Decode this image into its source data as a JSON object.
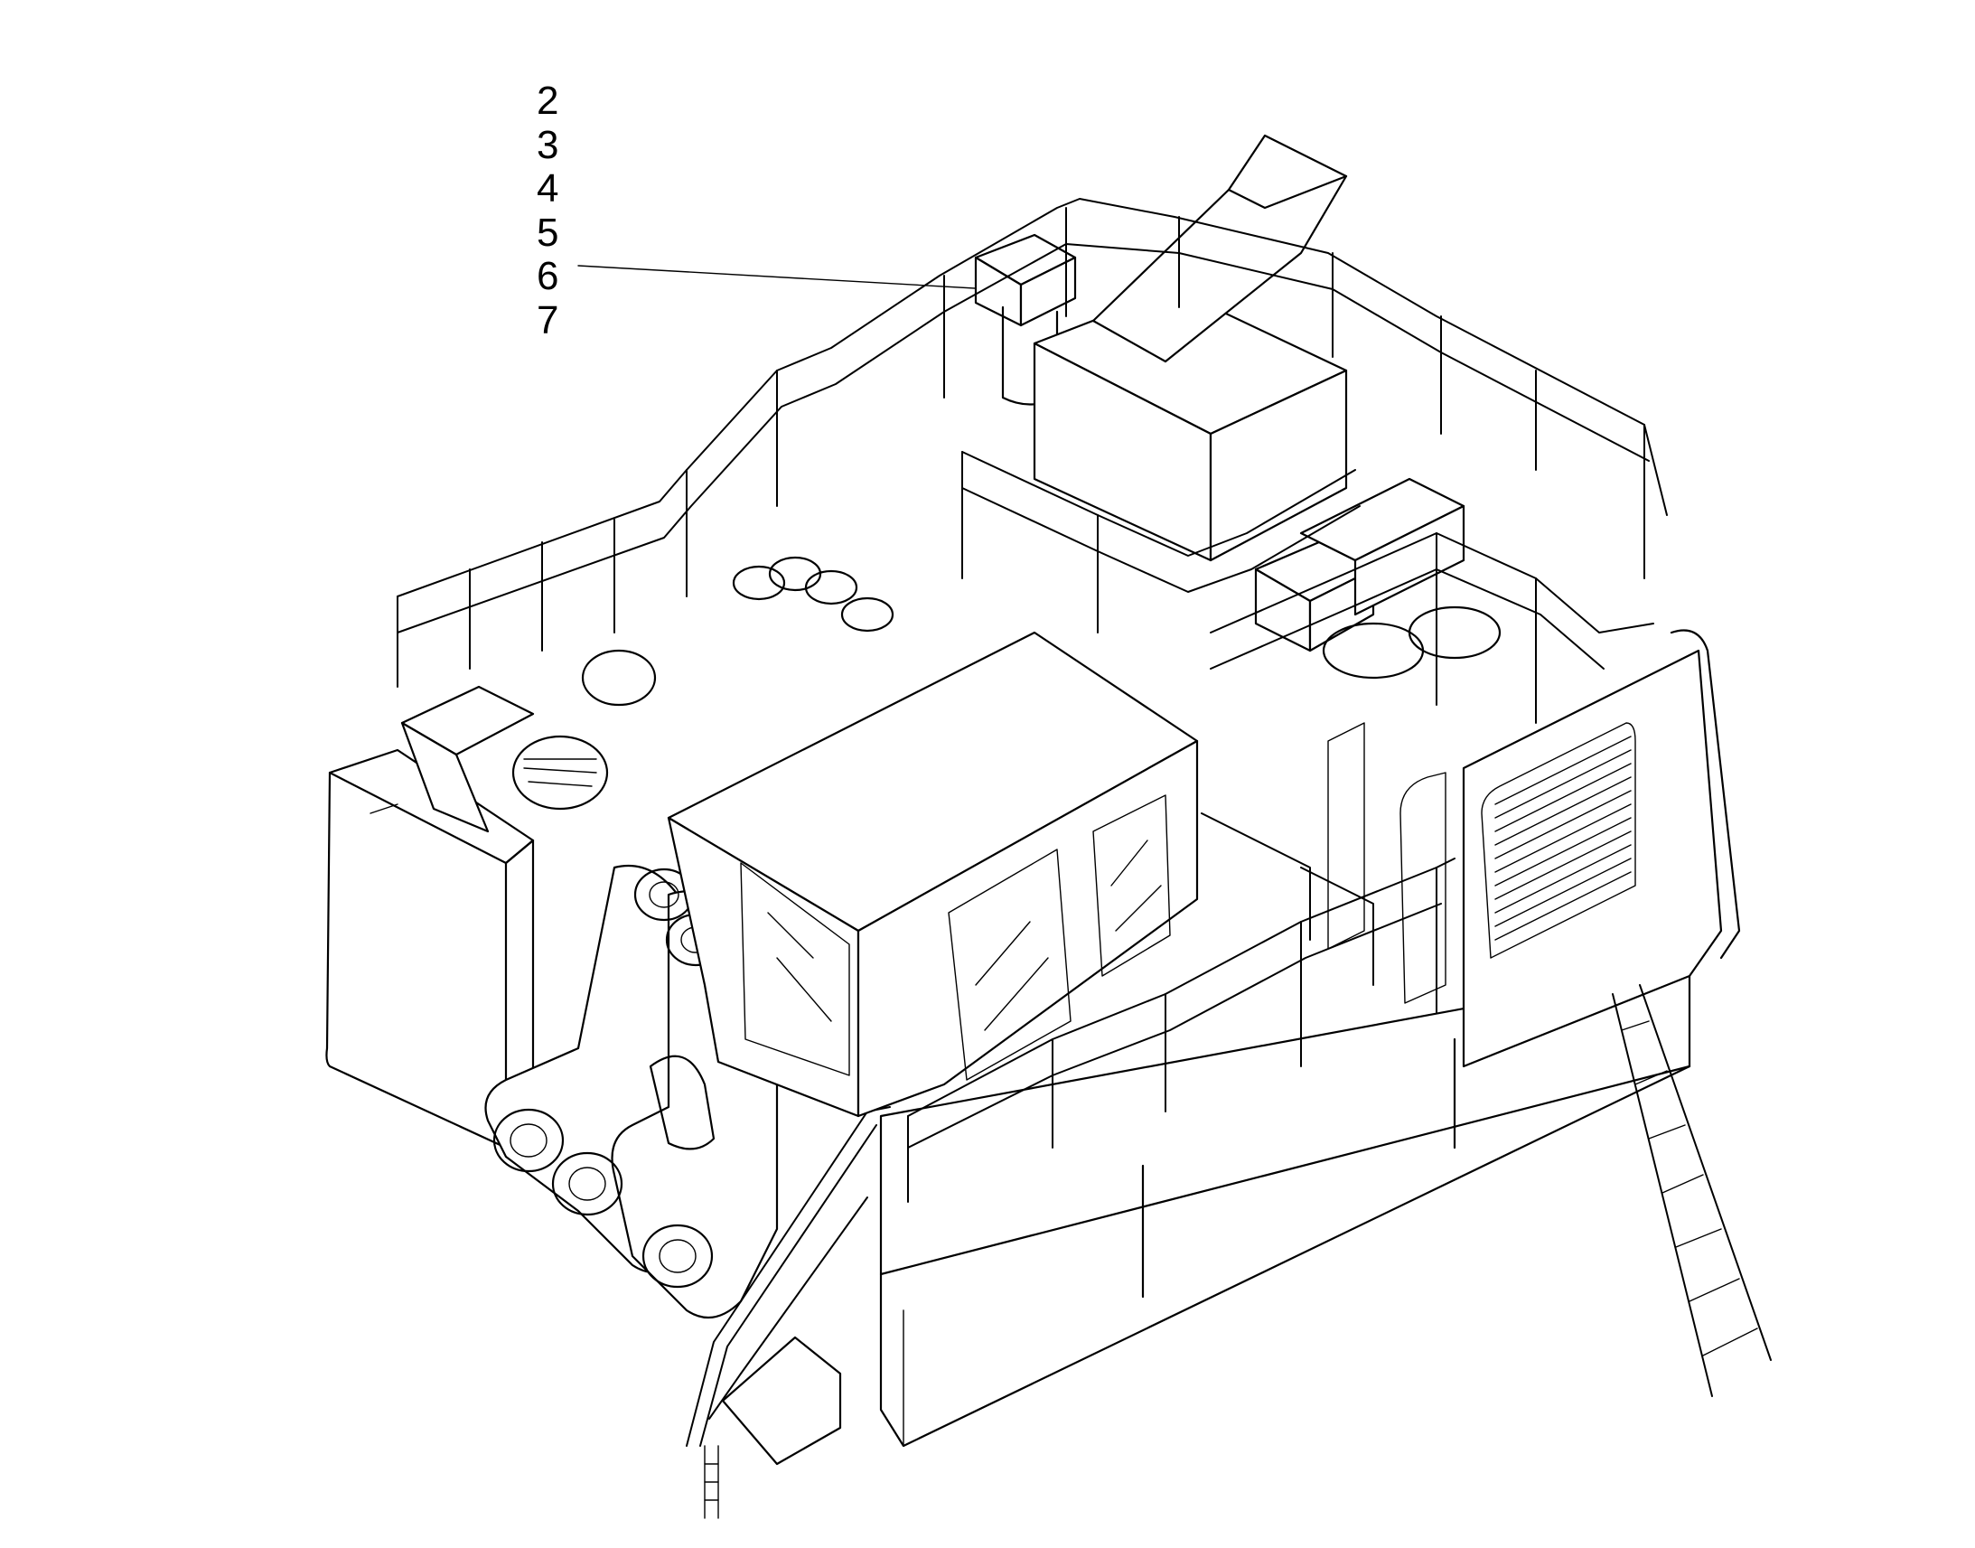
{
  "callouts": [
    "2",
    "3",
    "4",
    "5",
    "6",
    "7"
  ],
  "colors": {
    "line": "#000000",
    "background": "#ffffff"
  }
}
